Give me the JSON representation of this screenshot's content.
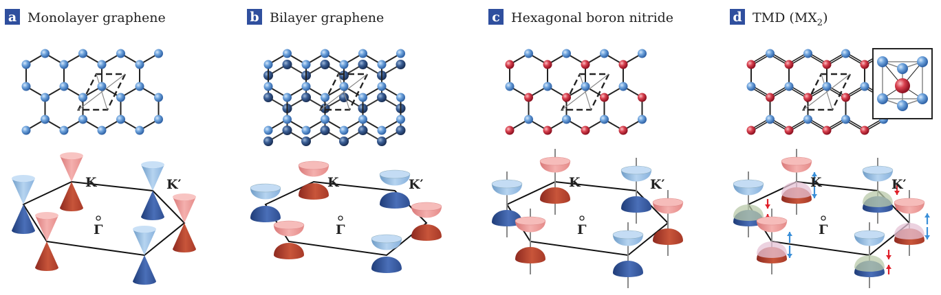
{
  "panels": [
    {
      "letter": "a",
      "title": "Monolayer graphene",
      "title_sub": "",
      "title_suffix": "",
      "material": "graphene",
      "dispersion": "cone"
    },
    {
      "letter": "b",
      "title": "Bilayer graphene",
      "title_sub": "",
      "title_suffix": "",
      "material": "bilayer",
      "dispersion": "bowl"
    },
    {
      "letter": "c",
      "title": "Hexagonal boron nitride",
      "title_sub": "",
      "title_suffix": "",
      "material": "hbn",
      "dispersion": "bowl-gapped"
    },
    {
      "letter": "d",
      "title": "TMD (MX",
      "title_sub": "2",
      "title_suffix": ")",
      "material": "tmd",
      "dispersion": "bowl-spin-split"
    }
  ],
  "labels": {
    "k": "K",
    "k_prime": "K′",
    "gamma": "Γ"
  },
  "colors": {
    "badge": "#2f4f9e",
    "atom_blue": "#5b93d4",
    "atom_dark_blue": "#2c4f86",
    "atom_red": "#d0303f",
    "valley_k_upper": "#ee9a98",
    "valley_k_lower": "#b8402c",
    "valley_kp_upper": "#9cc2e6",
    "valley_kp_lower": "#34589f",
    "spin_split_k": "#e6c3d6",
    "spin_split_kp": "#b9c9aa",
    "arrow_blue": "#3a8fd8",
    "arrow_red": "#e0202a"
  }
}
